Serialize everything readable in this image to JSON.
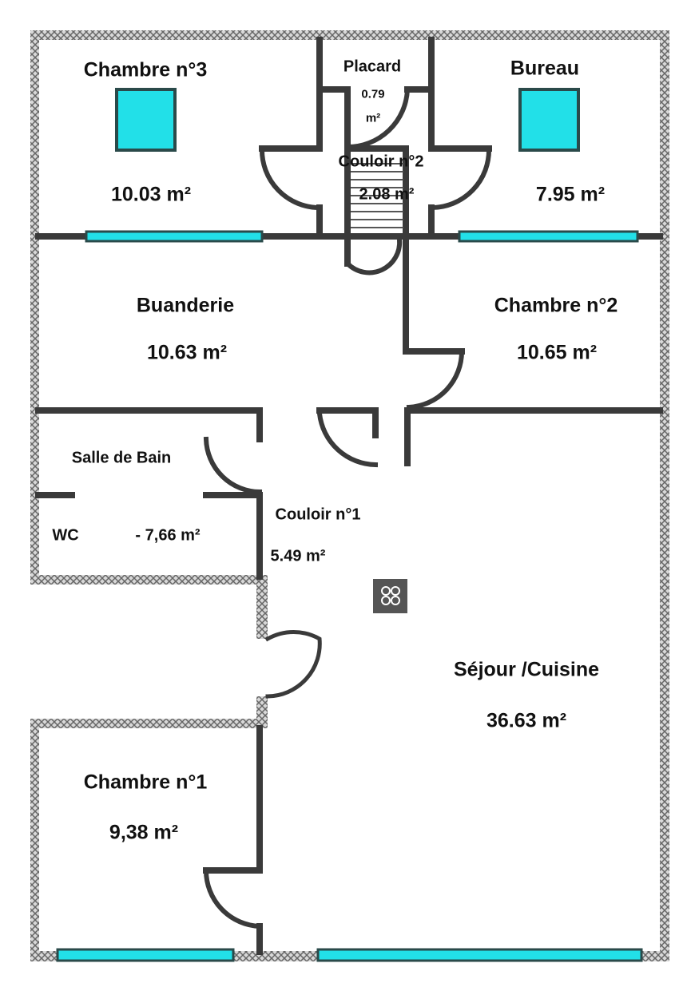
{
  "rooms": {
    "chambre3": {
      "name": "Chambre n°3",
      "area": "10.03 m²"
    },
    "placard": {
      "name": "Placard",
      "area_value": "0.79",
      "area_unit": "m²"
    },
    "couloir2": {
      "name": "Couloir n°2",
      "area": "2.08 m²"
    },
    "bureau": {
      "name": "Bureau",
      "area": "7.95 m²"
    },
    "buanderie": {
      "name": "Buanderie",
      "area": "10.63 m²"
    },
    "chambre2": {
      "name": "Chambre n°2",
      "area": "10.65 m²"
    },
    "salle_de_bain": {
      "name": "Salle de Bain"
    },
    "wc": {
      "name": "WC",
      "area": "- 7,66 m²"
    },
    "couloir1": {
      "name": "Couloir n°1",
      "area": "5.49 m²"
    },
    "sejour": {
      "name": "Séjour /Cuisine",
      "area": "36.63 m²"
    },
    "chambre1": {
      "name": "Chambre n°1",
      "area": "9,38 m²"
    }
  },
  "colors": {
    "wall": "#3a3a3a",
    "window": "#22e0e8",
    "exterior": "#8a8a8a"
  },
  "icons": [
    "ventilation-fan-icon",
    "skylight-icon"
  ]
}
